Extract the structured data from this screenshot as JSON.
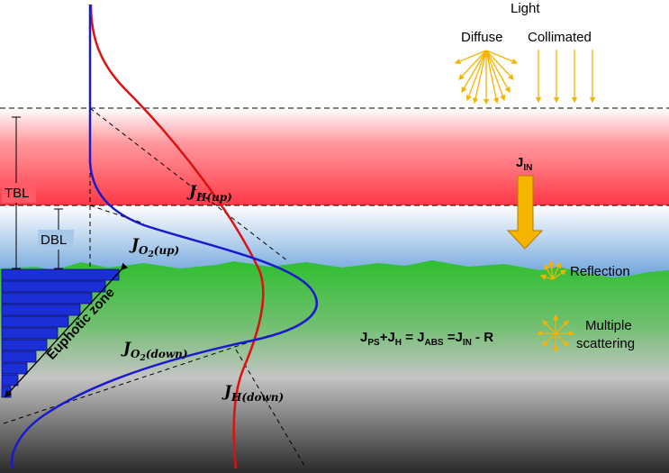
{
  "labels": {
    "light": "Light",
    "diffuse": "Diffuse",
    "collimated": "Collimated",
    "jin_main": "J",
    "jin_sub": "IN",
    "tbl": "TBL",
    "dbl": "DBL",
    "reflection": "Reflection",
    "multiple_1": "Multiple",
    "multiple_2": "scattering",
    "euphotic": "Euphotic zone",
    "h_up_main": "J",
    "h_up_sub": "H(up)",
    "o2_up_main": "J",
    "o2_up_sub": "O",
    "o2_up_subsub": "2",
    "o2_up_tail": "(up)",
    "o2_down_main": "J",
    "o2_down_sub": "O",
    "o2_down_subsub": "2",
    "o2_down_tail": "(down)",
    "h_down_main": "J",
    "h_down_sub": "H(down)",
    "equation": {
      "j1": "J",
      "s1": "PS",
      "plus": "+J",
      "s2": "H",
      "eq1": " = J",
      "s3": "ABS",
      "eq2": " =J",
      "s4": "IN",
      "tail": " - R"
    }
  },
  "colors": {
    "red_layer": "#ff4a55",
    "blue_layer": "#6aa4dc",
    "green_sediment": "#33c033",
    "gray_bottom": "#3a3a3a",
    "o2_curve": "#1a1acc",
    "h_curve": "#dd1111",
    "light_arrows": "#f5b400",
    "jin_arrow": "#f5b400",
    "bars": "#1a2fd6"
  }
}
